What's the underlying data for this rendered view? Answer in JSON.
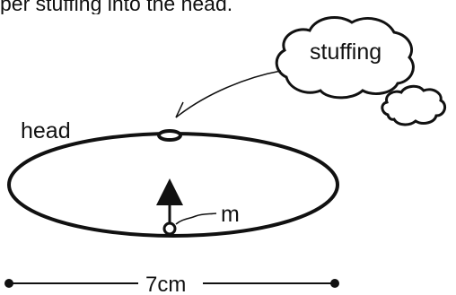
{
  "caption": {
    "visible_text": "per stuffing into the head."
  },
  "labels": {
    "stuffing": "stuffing",
    "head": "head",
    "marker": "m",
    "width": "7cm"
  },
  "colors": {
    "stroke": "#111111",
    "background": "#ffffff"
  }
}
